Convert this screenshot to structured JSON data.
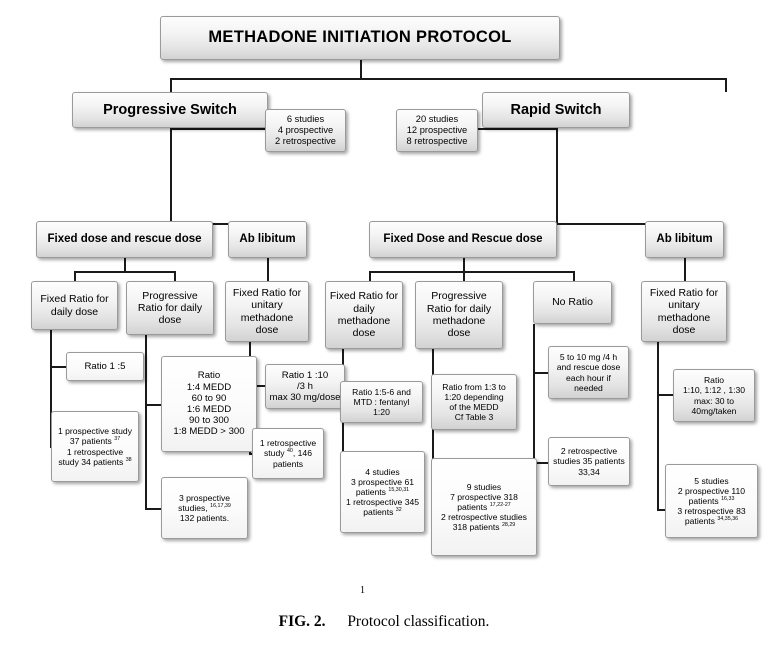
{
  "figure": {
    "label": "FIG. 2.",
    "text": "Protocol classification.",
    "page_number": "1"
  },
  "chart_data": {
    "type": "diagram",
    "title": "METHADONE INITIATION PROTOCOL",
    "diagram_kind": "hierarchical-tree-flowchart",
    "root": "METHADONE INITIATION PROTOCOL",
    "branches": [
      "Progressive Switch",
      "Rapid Switch"
    ]
  },
  "nodes": {
    "root": "METHADONE INITIATION PROTOCOL",
    "progressive_switch": "Progressive Switch",
    "progressive_switch_note": "6 studies\n4 prospective\n2 retrospective",
    "rapid_switch": "Rapid Switch",
    "rapid_switch_note": "20 studies\n12 prospective\n8 retrospective",
    "ps_fixed_rescue": "Fixed dose and rescue dose",
    "ps_ab_libitum": "Ab libitum",
    "rs_fixed_rescue": "Fixed Dose and Rescue dose",
    "rs_ab_libitum": "Ab libitum",
    "ps_fixed_ratio_daily": "Fixed Ratio for\ndaily dose",
    "ps_progressive_ratio_daily": "Progressive\nRatio for daily\ndose",
    "ps_ab_unitary": "Fixed Ratio for\nunitary\nmethadone\ndose",
    "rs_fixed_ratio_daily_meth": "Fixed Ratio for\ndaily\nmethadone\ndose",
    "rs_progressive_ratio_daily_meth": "Progressive\nRatio for daily\nmethadone\ndose",
    "rs_no_ratio": "No Ratio",
    "rs_ab_unitary": "Fixed Ratio for\nunitary\nmethadone\ndose",
    "d_ratio_1_5": "Ratio 1 :5",
    "d_ps_fixed_studies_line1": "1 prospective study",
    "d_ps_fixed_studies_line2": "37 patients ",
    "d_ps_fixed_studies_ref1": "37",
    "d_ps_fixed_studies_line3": "1 retrospective",
    "d_ps_fixed_studies_line4": "study 34 patients ",
    "d_ps_fixed_studies_ref2": "38",
    "d_ps_prog_ratio": "Ratio\n1:4 MEDD\n60 to 90\n1:6 MEDD\n90 to 300\n1:8 MEDD > 300",
    "d_ps_prog_studies_line1": "3 prospective",
    "d_ps_prog_studies_line2": "studies, ",
    "d_ps_prog_studies_ref": "16,17,39",
    "d_ps_prog_studies_line3": "132 patients.",
    "d_ps_ab_ratio": "Ratio 1 :10\n/3 h\nmax 30 mg/dose",
    "d_ps_ab_studies_line1": "1 retrospective",
    "d_ps_ab_studies_line2": "study ",
    "d_ps_ab_studies_ref": "40",
    "d_ps_ab_studies_line2b": ", 146",
    "d_ps_ab_studies_line3": "patients",
    "d_rs_fixed_ratio": "Ratio  1:5-6 and\nMTD : fentanyl\n1:20",
    "d_rs_fixed_studies_line1": "4 studies",
    "d_rs_fixed_studies_line2": "3 prospective 61",
    "d_rs_fixed_studies_line3": "patients ",
    "d_rs_fixed_studies_ref1": "15,30,31",
    "d_rs_fixed_studies_line4": "1 retrospective 345",
    "d_rs_fixed_studies_line5": "patients ",
    "d_rs_fixed_studies_ref2": "32",
    "d_rs_prog_ratio": "Ratio from 1:3 to\n1:20 depending\nof the MEDD\nCf Table 3",
    "d_rs_prog_studies_line1": "9 studies",
    "d_rs_prog_studies_line2": "7 prospective 318",
    "d_rs_prog_studies_line3": "patients ",
    "d_rs_prog_studies_ref1": "17,22-27",
    "d_rs_prog_studies_line4": "2 retrospective studies",
    "d_rs_prog_studies_line5": "318 patients ",
    "d_rs_prog_studies_ref2": "28,29",
    "d_rs_noratio_dose": "5 to 10  mg /4 h\nand rescue dose\neach hour if\nneeded",
    "d_rs_noratio_studies_line1": "2 retrospective",
    "d_rs_noratio_studies_line2": "studies 35 patients",
    "d_rs_noratio_studies_ref": "33,34",
    "d_rs_ab_ratio": "Ratio\n1:10, 1:12 , 1:30\nmax: 30 to\n40mg/taken",
    "d_rs_ab_studies_line1": "5 studies",
    "d_rs_ab_studies_line2": "2 prospective 110",
    "d_rs_ab_studies_line3": "patients ",
    "d_rs_ab_studies_ref1": "16,33",
    "d_rs_ab_studies_line4": "3 retrospective  83",
    "d_rs_ab_studies_line5": "patients ",
    "d_rs_ab_studies_ref2": "34,35,36"
  }
}
